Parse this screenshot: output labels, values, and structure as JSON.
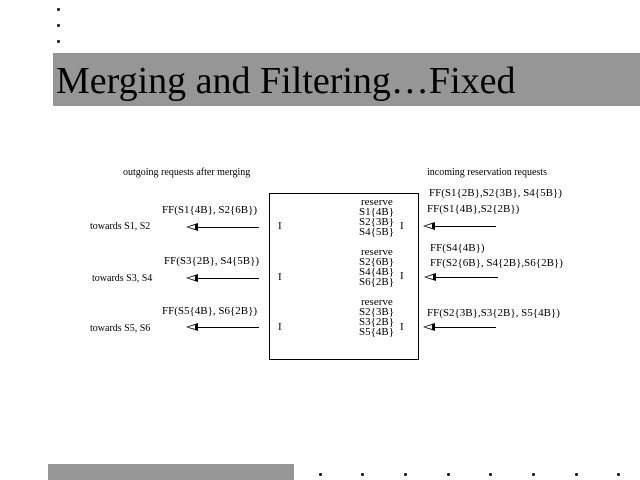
{
  "slide": {
    "title": "Merging and Filtering…Fixed",
    "left_heading": "outgoing requests after merging",
    "right_heading": "incoming reservation requests",
    "outgoing": [
      {
        "label": "FF(S1{4B}, S2{6B})",
        "destination": "towards S1, S2"
      },
      {
        "label": "FF(S3{2B}, S4{5B})",
        "destination": "towards S3, S4"
      },
      {
        "label": "FF(S5{4B}, S6{2B})",
        "destination": "towards S5, S6"
      }
    ],
    "ports": [
      "I",
      "I",
      "I",
      "I",
      "I",
      "I"
    ],
    "reserve_blocks": [
      {
        "heading": "reserve",
        "lines": [
          "S1{4B}",
          "S2{3B}",
          "S4{5B}"
        ]
      },
      {
        "heading": "reserve",
        "lines": [
          "S2{6B}",
          "S4{4B}",
          "S6{2B}"
        ]
      },
      {
        "heading": "reserve",
        "lines": [
          "S2{3B}",
          "S3{2B}",
          "S5{4B}"
        ]
      }
    ],
    "incoming": [
      [
        "FF(S1{2B},S2{3B}, S4{5B})",
        "FF(S1{4B},S2{2B})"
      ],
      [
        "FF(S4{4B})",
        "FF(S2{6B}, S4{2B},S6{2B})"
      ],
      [
        "FF(S2{3B},S3{2B}, S5{4B})"
      ]
    ]
  }
}
